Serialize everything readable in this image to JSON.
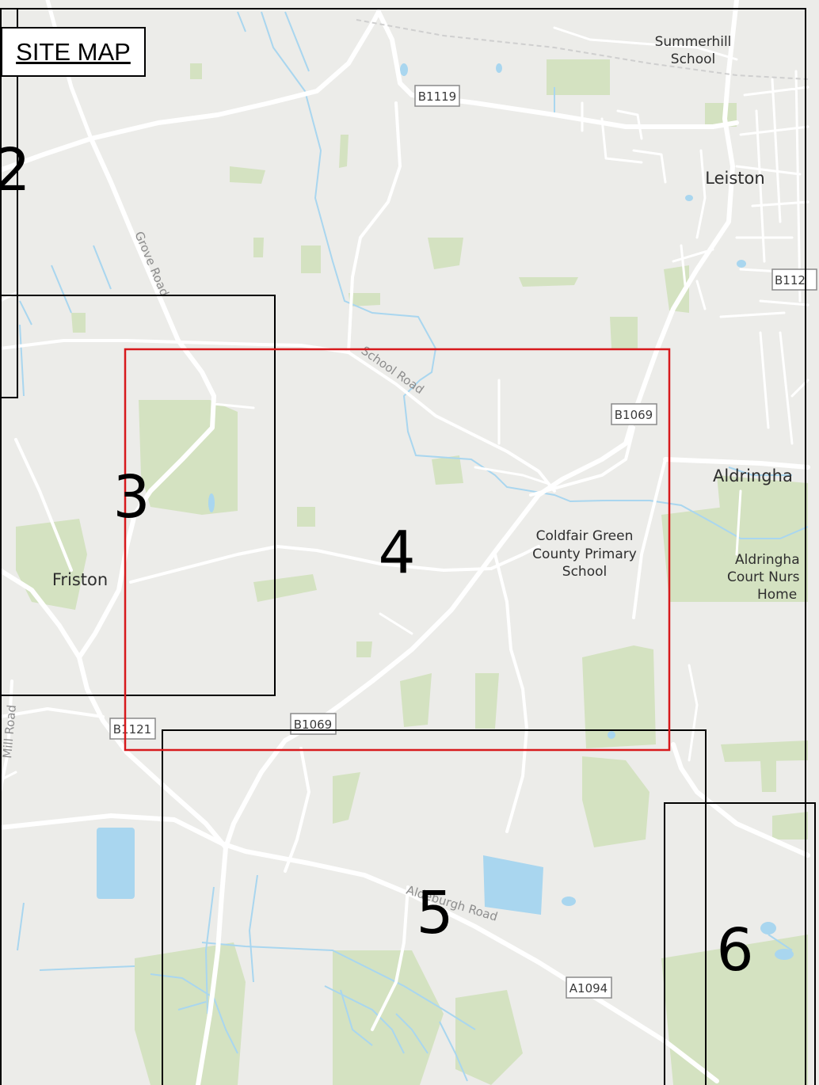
{
  "map": {
    "title": "SITE MAP",
    "places": {
      "summerhill_1": "Summerhill",
      "summerhill_2": "School",
      "leiston": "Leiston",
      "aldringham": "Aldringha",
      "friston": "Friston",
      "coldfair_1": "Coldfair Green",
      "coldfair_2": "County Primary",
      "coldfair_3": "School",
      "nursing_1": "Aldringha",
      "nursing_2": "Court Nurs",
      "nursing_3": "Home"
    },
    "roads": {
      "grove_road": "Grove Road",
      "school_road": "School Road",
      "mill_road": "Mill Road",
      "aldeburgh_road": "Aldeburgh Road"
    },
    "shields": {
      "b1119": "B1119",
      "b1069_north": "B1069",
      "b1069_south": "B1069",
      "b1121": "B1121",
      "b112": "B112",
      "a1094": "A1094"
    },
    "sheets": {
      "s2": "2",
      "s3": "3",
      "s4": "4",
      "s5": "5",
      "s6": "6"
    },
    "colors": {
      "background": "#ecece9",
      "woodland": "#d4e2c1",
      "water": "#a9d6ef",
      "road": "#ffffff",
      "highlight_frame": "#d7191c",
      "sheet_frame": "#000000"
    }
  }
}
